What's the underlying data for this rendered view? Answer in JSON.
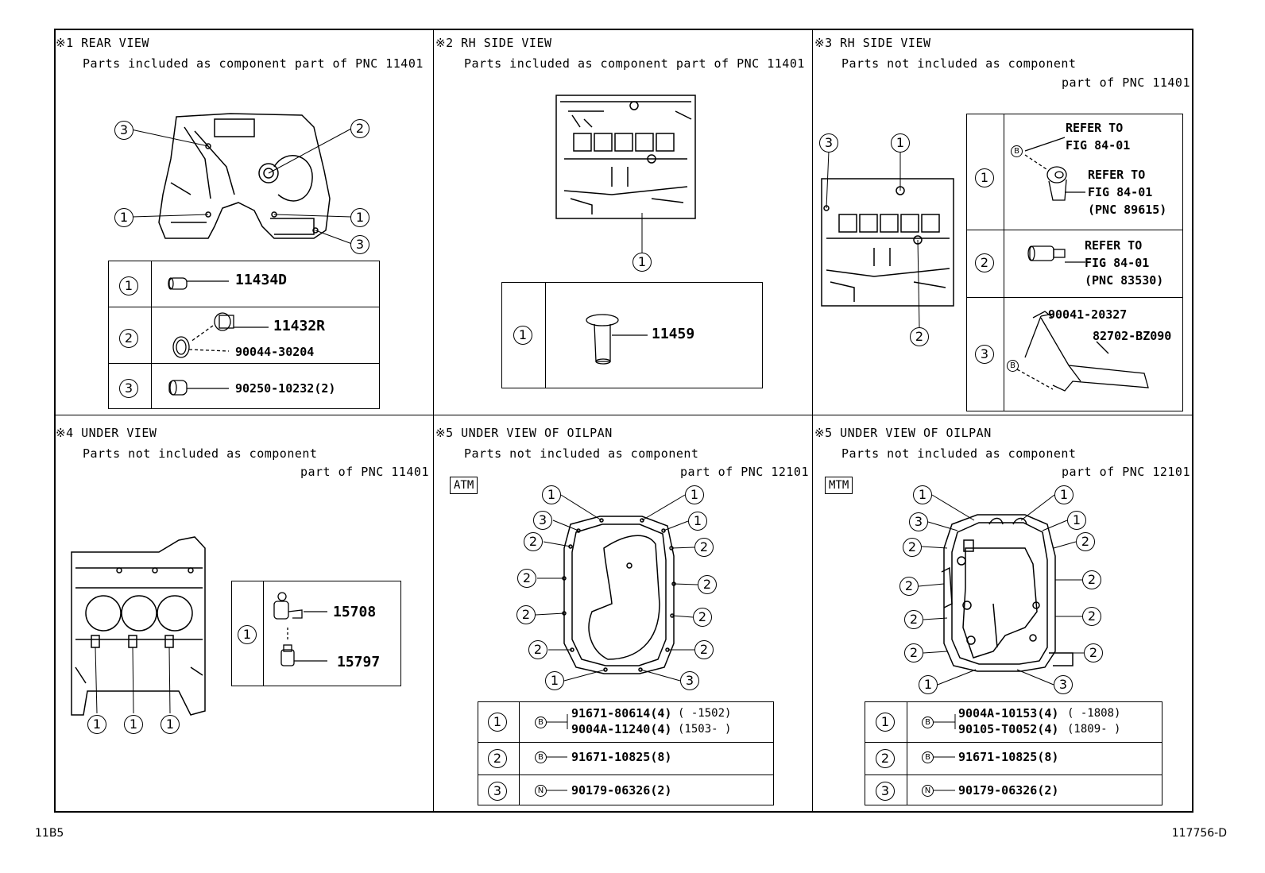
{
  "footer": {
    "left": "11B5",
    "right": "117756-D"
  },
  "panels": [
    {
      "title": "※1 REAR VIEW",
      "line1": "Parts included as component part of PNC 11401",
      "line2": ""
    },
    {
      "title": "※2 RH SIDE VIEW",
      "line1": "Parts included as component part of PNC 11401",
      "line2": ""
    },
    {
      "title": "※3 RH SIDE VIEW",
      "line1": "Parts not included as component",
      "line2": "part of PNC 11401"
    },
    {
      "title": "※4 UNDER VIEW",
      "line1": "Parts not included as component",
      "line2": "part of PNC 11401"
    },
    {
      "title": "※5 UNDER VIEW OF OILPAN",
      "line1": "Parts not included as component",
      "line2": "part of PNC 12101",
      "tag": "ATM"
    },
    {
      "title": "※5 UNDER VIEW OF OILPAN",
      "line1": "Parts not included as component",
      "line2": "part of PNC 12101",
      "tag": "MTM"
    }
  ],
  "callouts": {
    "one": "1",
    "two": "2",
    "three": "3",
    "b": "B",
    "n": "N"
  },
  "p1": {
    "r1": "11434D",
    "r2a": "11432R",
    "r2b": "90044-30204",
    "r3": "90250-10232(2)"
  },
  "p2": {
    "r1": "11459"
  },
  "p3": {
    "r1a": "REFER TO",
    "r1b": "FIG 84-01",
    "r1c": "REFER TO",
    "r1d": "FIG 84-01",
    "r1e": "(PNC 89615)",
    "r2a": "REFER TO",
    "r2b": "FIG 84-01",
    "r2c": "(PNC 83530)",
    "r3a": "90041-20327",
    "r3b": "82702-BZ090"
  },
  "p4": {
    "r1a": "15708",
    "r1b": "15797"
  },
  "p5": {
    "r1a": "91671-80614(4)",
    "r1a_range": "(     -1502)",
    "r1b": "9004A-11240(4)",
    "r1b_range": "(1503-     )",
    "r2": "91671-10825(8)",
    "r3": "90179-06326(2)"
  },
  "p6": {
    "r1a": "9004A-10153(4)",
    "r1a_range": "(     -1808)",
    "r1b": "90105-T0052(4)",
    "r1b_range": "(1809-     )",
    "r2": "91671-10825(8)",
    "r3": "90179-06326(2)"
  }
}
